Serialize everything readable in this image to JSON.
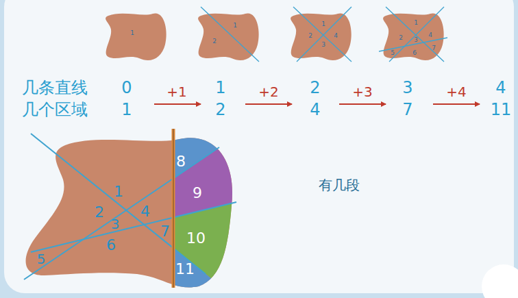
{
  "diagram": {
    "labels": [
      "1",
      "1",
      "2",
      "1",
      "2",
      "3",
      "4",
      "1",
      "2",
      "3",
      "4",
      "5",
      "6",
      "7",
      "几条直线",
      "0",
      "+1",
      "1",
      "+2",
      "2",
      "+3",
      "3",
      "+4",
      "4",
      "几个区域",
      "1",
      "2",
      "4",
      "7",
      "11",
      "1",
      "2",
      "3",
      "4",
      "5",
      "6",
      "7",
      "8",
      "9",
      "10",
      "11",
      "有几段"
    ]
  }
}
